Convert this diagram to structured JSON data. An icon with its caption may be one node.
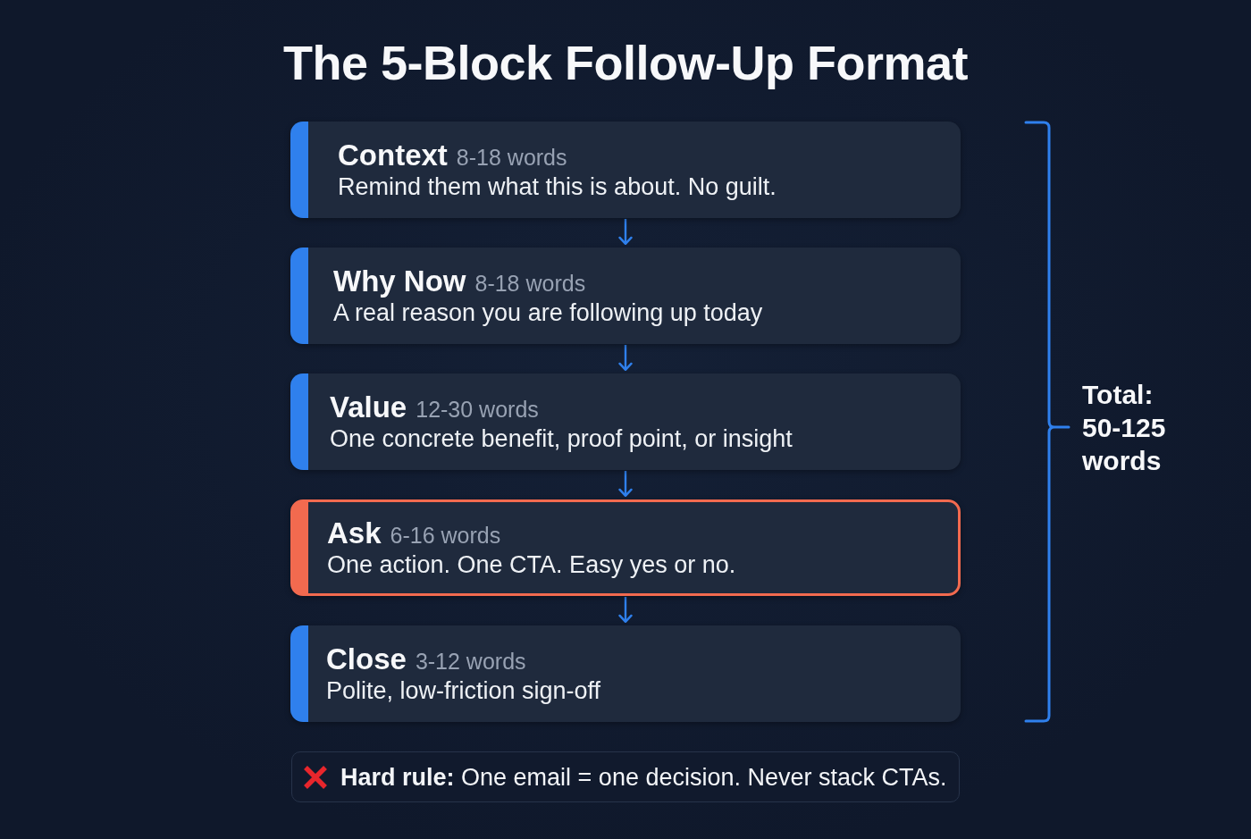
{
  "diagram": {
    "title": "The 5-Block Follow-Up Format",
    "nodes": [
      {
        "text": [
          "Context",
          "8-18 words",
          "Remind them what this is about. No guilt."
        ]
      },
      {
        "text": [
          "Why Now",
          "8-18 words",
          "A real reason you are following up today"
        ]
      },
      {
        "text": [
          "Value",
          "12-30 words",
          "One concrete benefit, proof point, or insight"
        ]
      },
      {
        "text": [
          "Ask",
          "6-16 words",
          "One action. One CTA. Easy yes or no."
        ]
      },
      {
        "text": [
          "Close",
          "3-12 words",
          "Polite, low-friction sign-off"
        ]
      },
      {
        "text": [
          "**Hard rule:** One email = one decision. Never stack CTAs."
        ]
      }
    ],
    "edges": [
      {
        "from": 0,
        "to": 1,
        "arrow": "to"
      },
      {
        "from": 1,
        "to": 2,
        "arrow": "to"
      },
      {
        "from": 2,
        "to": 3,
        "arrow": "to"
      },
      {
        "from": 3,
        "to": 4,
        "arrow": "to"
      }
    ],
    "labels": [
      "Total: 50-125 words"
    ]
  }
}
